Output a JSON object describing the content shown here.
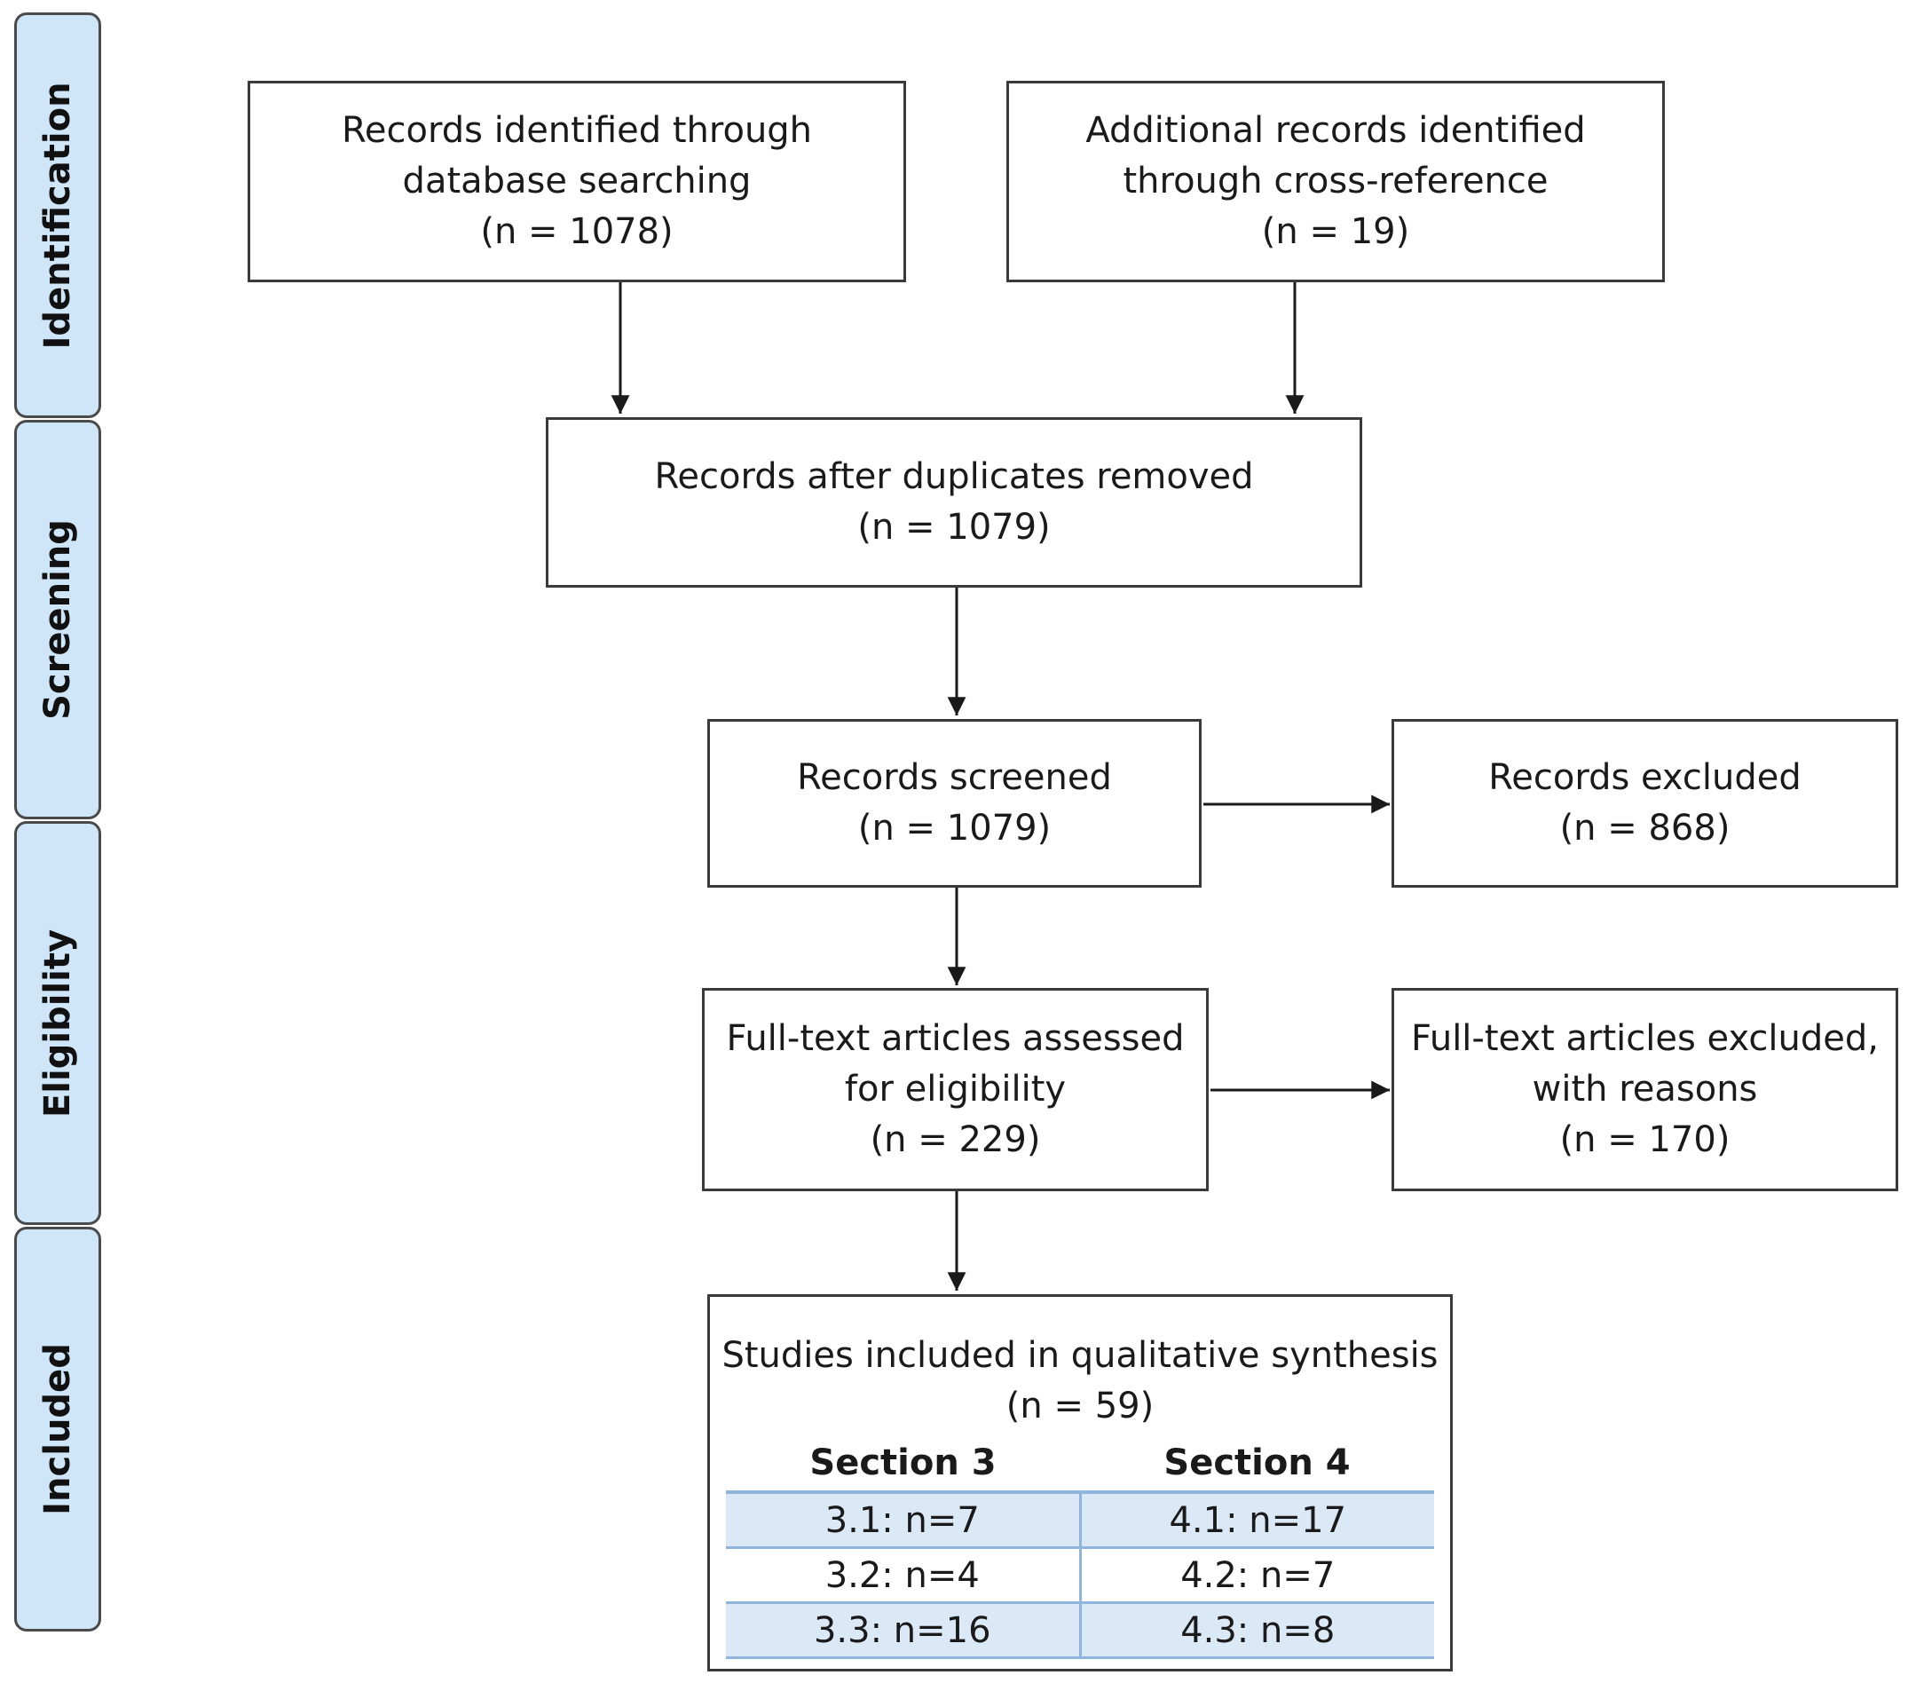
{
  "stages": {
    "identification": "Identification",
    "screening": "Screening",
    "eligibility": "Eligibility",
    "included": "Included"
  },
  "boxes": {
    "database_records": {
      "line1": "Records identified through",
      "line2": "database searching",
      "count": "(n = 1078)"
    },
    "additional_records": {
      "line1": "Additional records identified",
      "line2": "through cross-reference",
      "count": "(n = 19)"
    },
    "duplicates_removed": {
      "line1": "Records after duplicates removed",
      "count": "(n = 1079)"
    },
    "records_screened": {
      "line1": "Records screened",
      "count": "(n = 1079)"
    },
    "records_excluded": {
      "line1": "Records excluded",
      "count": "(n = 868)"
    },
    "fulltext_assessed": {
      "line1": "Full-text articles assessed",
      "line2": "for eligibility",
      "count": "(n = 229)"
    },
    "fulltext_excluded": {
      "line1": "Full-text articles excluded,",
      "line2": "with reasons",
      "count": "(n = 170)"
    },
    "studies_included": {
      "line1": "Studies included in qualitative synthesis",
      "count": "(n = 59)"
    }
  },
  "sections": {
    "headers": [
      "Section 3",
      "Section 4"
    ],
    "rows": [
      [
        "3.1: n=7",
        "4.1: n=17"
      ],
      [
        "3.2: n=4",
        "4.2: n=7"
      ],
      [
        "3.3: n=16",
        "4.3: n=8"
      ]
    ]
  },
  "colors": {
    "stage_fill": "#cfe6f8",
    "table_shade": "#dbe8f6",
    "table_rule": "#8fb5dc",
    "border": "#3a3a3a"
  }
}
